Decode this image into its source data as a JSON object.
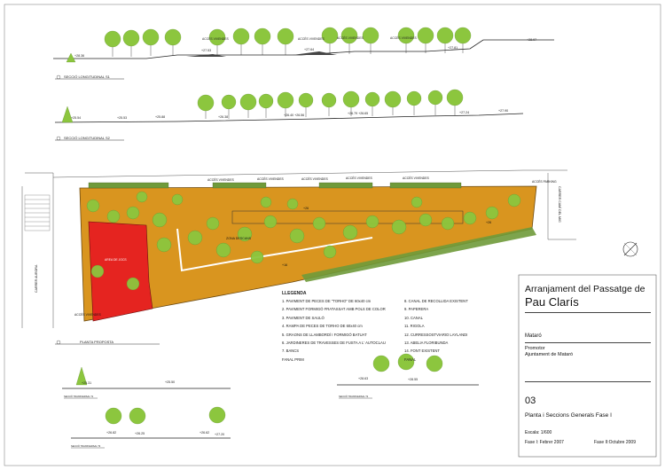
{
  "project": {
    "title_line1": "Arranjament del Passatge de",
    "title_line2": "Pau Clarís",
    "city": "Mataró",
    "promotor_label": "Promotor",
    "promotor": "Ajuntament de Mataró",
    "sheet_number": "03",
    "sheet_title": "Planta i Seccions Generals Fase I",
    "scale": "Escala: 1/600",
    "phase1": "Fase I: Febrer 2007",
    "phase2": "Fase II:Octubre 2009"
  },
  "sections": {
    "s1": "SECCIÓ LONGITUDINAL S1",
    "s2": "SECCIÓ LONGITUDINAL S2",
    "plan": "PLANTA PROPOSTA",
    "t1": "SECCIÓ TRANSVERSAL T1",
    "t2": "SECCIÓ TRANSVERSAL T2",
    "t3": "SECCIÓ TRANSVERSAL T3"
  },
  "legend": {
    "title": "LLEGENDA",
    "items_left": [
      "1. PAVIMENT DE PECES DE \"TORHO\" DE 60x40 cm",
      "2. PAVIMENT FORMIGÓ FRATASSAT AMB POLS DE COLOR",
      "3. PAVIMENT DE SAULÓ",
      "4. RAMPA DE PECES DE TORHO DE 60x40 cm",
      "5. GRAONS DE LLAMBORDÍ I FORMIGÓ BATUAT",
      "6. JARDINERES DE TRAVESSES DE FUSTA A L' AUTOCLAU",
      "7. BANCS",
      "FANAL PRIM"
    ],
    "items_right": [
      "8. CANAL DE RECOLLIDA EXISTENT",
      "9. PAPERERA",
      "10. CANAL",
      "11. RIGOLA",
      "12. CURRESSOSTVIARIO LAYLANDI",
      "13. ABELIA FLORIBUNDA",
      "14. FONT EXISTENT",
      "FANAL"
    ]
  },
  "plan_labels": {
    "access": "ACCÉS VIVENDES",
    "access_parking": "ACCÉS PARKING",
    "zona": "ZONA DESCANS",
    "street_left": "CARRER AURORA",
    "street_right": "CARRER CAMÍ DEL MIG",
    "area_red": "AREA DE JOCS"
  },
  "levels": {
    "s1": [
      "+28.36",
      "+27.53",
      "+27.64",
      "+27.81",
      "+28.97"
    ],
    "s2": [
      "+25.54",
      "+25.53",
      "+25.88",
      "+26.38",
      "+26.40 +26.56",
      "+26.79 +26.65",
      "+27.24",
      "+27.90"
    ],
    "plan": [
      "+26",
      "+16",
      "+26"
    ],
    "t1": [
      "+25.31",
      "+25.50"
    ],
    "t2": [
      "+28.63",
      "+28.55"
    ],
    "t3": [
      "+26.82",
      "+26.25",
      "+26.62",
      "+27.20"
    ]
  },
  "colors": {
    "tree": "#8cc63e",
    "pavement": "#d9951f",
    "play_area": "#e52420",
    "planter": "#6f9a3a"
  }
}
